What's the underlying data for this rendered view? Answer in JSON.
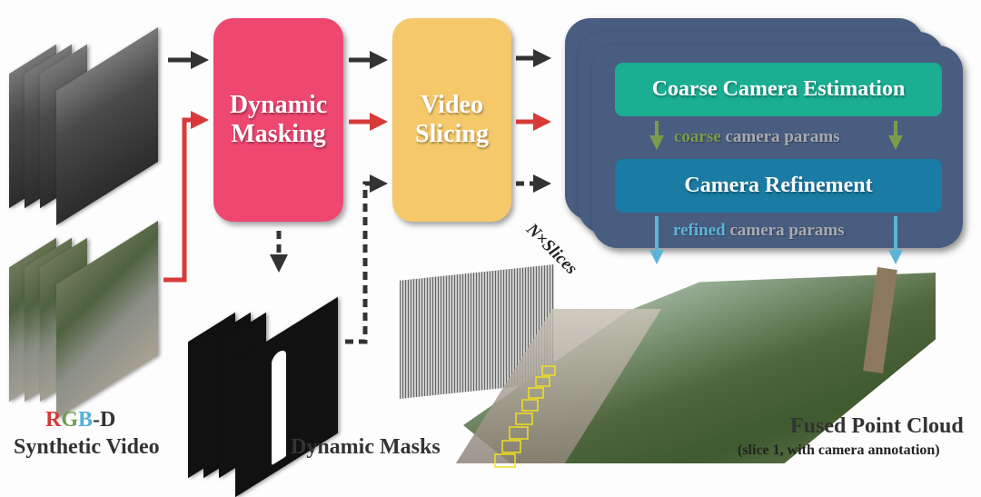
{
  "inputs": {
    "depth_video_icon": "depth-frames",
    "rgb_video_icon": "rgb-frames",
    "label_rgb": {
      "r": "R",
      "g": "G",
      "b": "B",
      "suffix": "-D"
    },
    "label_line2": "Synthetic Video",
    "letter_colors": {
      "r": "#d43a3a",
      "g": "#6d9a53",
      "b": "#4fb1da",
      "d": "#333333"
    }
  },
  "modules": {
    "dynamic_masking": {
      "line1": "Dynamic",
      "line2": "Masking",
      "color": "#ee4770"
    },
    "video_slicing": {
      "line1": "Video",
      "line2": "Slicing",
      "color": "#f5c96a"
    },
    "slice_stack": {
      "color": "#485d80",
      "coarse_estimation": {
        "label": "Coarse Camera Estimation",
        "color": "#1bae92"
      },
      "coarse_params": {
        "highlight": "coarse",
        "rest": " camera params"
      },
      "camera_refinement": {
        "label": "Camera Refinement",
        "color": "#1a7ba4"
      },
      "refined_params": {
        "highlight": "refined",
        "rest": " camera params"
      }
    },
    "n_slices_label": "N×Slices"
  },
  "outputs": {
    "dynamic_masks_label": "Dynamic Masks",
    "point_cloud_title": "Fused Point Cloud",
    "point_cloud_subtitle": "(slice 1, with camera annotation)"
  },
  "arrow_colors": {
    "depth": "#333333",
    "rgb": "#d83a3a",
    "mask": "#333333",
    "coarse": "#7d9b4c",
    "refined": "#5bb5d9"
  }
}
